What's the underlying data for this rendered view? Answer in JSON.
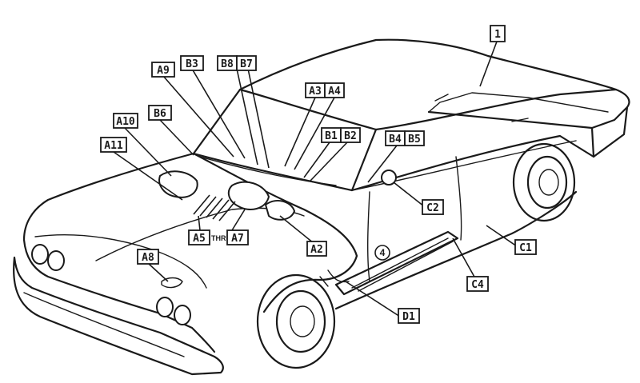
{
  "diagram": {
    "callouts": {
      "c1": "1",
      "a9": "A9",
      "b3": "B3",
      "b8": "B8",
      "b7": "B7",
      "a3": "A3",
      "a4": "A4",
      "a10": "A10",
      "b6": "B6",
      "b1": "B1",
      "b2": "B2",
      "b4": "B4",
      "b5": "B5",
      "a11": "A11",
      "c2": "C2",
      "a5": "A5",
      "thru": "THRU",
      "a7": "A7",
      "a2": "A2",
      "cc1": "C1",
      "a8": "A8",
      "c4": "C4",
      "d1": "D1",
      "circle4": "4"
    }
  }
}
